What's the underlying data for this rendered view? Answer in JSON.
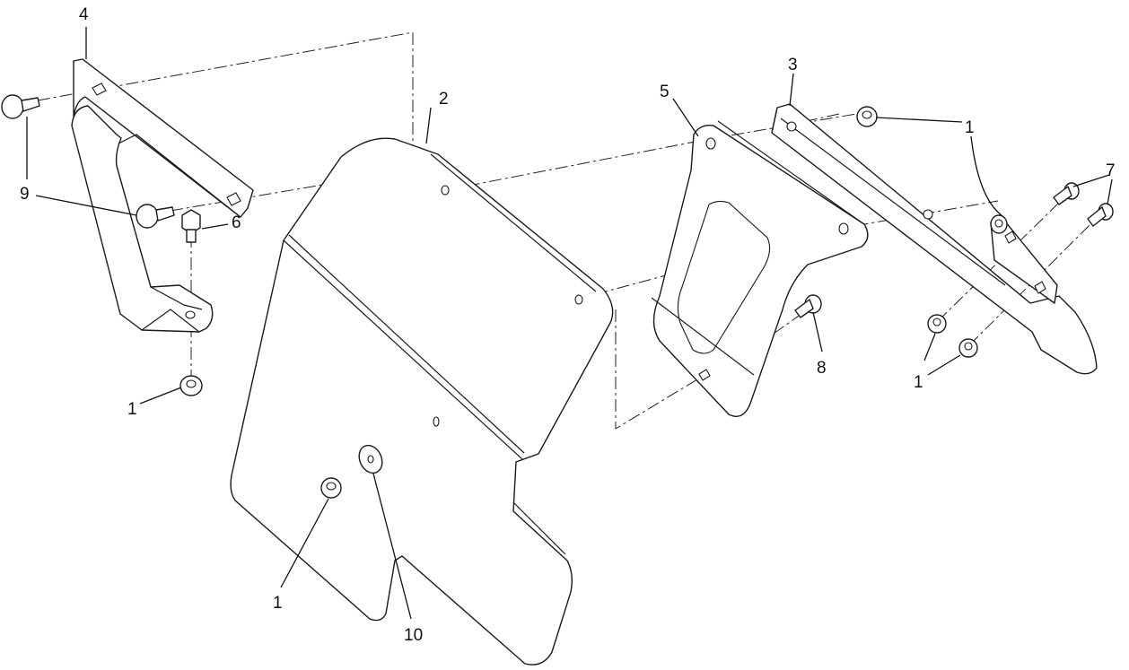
{
  "callouts": {
    "c1_left": "1",
    "c1_center": "1",
    "c1_right_top": "1",
    "c1_right_bottom": "1",
    "c2": "2",
    "c3": "3",
    "c4": "4",
    "c5": "5",
    "c6": "6",
    "c7": "7",
    "c8": "8",
    "c9": "9",
    "c10": "10"
  }
}
